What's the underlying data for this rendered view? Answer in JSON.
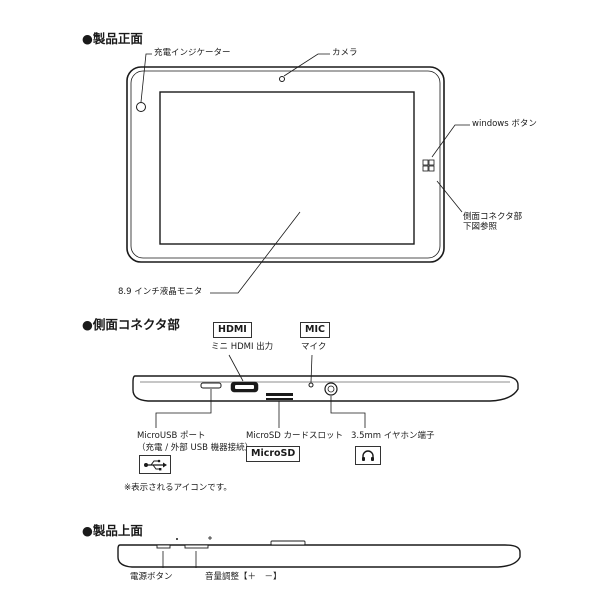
{
  "sections": {
    "front": "●製品正面",
    "side": "●側面コネクタ部",
    "top": "●製品上面"
  },
  "front_labels": {
    "charge_indicator": "充電インジケーター",
    "camera": "カメラ",
    "windows_button": "windows ボタン",
    "side_connector_line1": "側面コネクタ部",
    "side_connector_line2": "下図参照",
    "monitor": "8.9 インチ液晶モニタ"
  },
  "side_labels": {
    "hdmi_icon": "HDMI",
    "hdmi_caption": "ミニ HDMI 出力",
    "mic_icon": "MIC",
    "mic_caption": "マイク",
    "microusb_line1": "MicroUSB ポート",
    "microusb_line2": "（充電 / 外部 USB 機器接続）",
    "microsd_caption": "MicroSD カードスロット",
    "microsd_icon": "MicroSD",
    "earphone_caption": "3.5mm イヤホン端子",
    "note": "※表示されるアイコンです。"
  },
  "top_labels": {
    "power_button": "電源ボタン",
    "volume": "音量調整【＋　－】"
  },
  "icons": {
    "usb": "usb-icon",
    "headphone": "headphone-icon",
    "windows": "windows-logo-icon"
  },
  "colors": {
    "line": "#1a1a1a",
    "device_fill": "#ffffff"
  }
}
